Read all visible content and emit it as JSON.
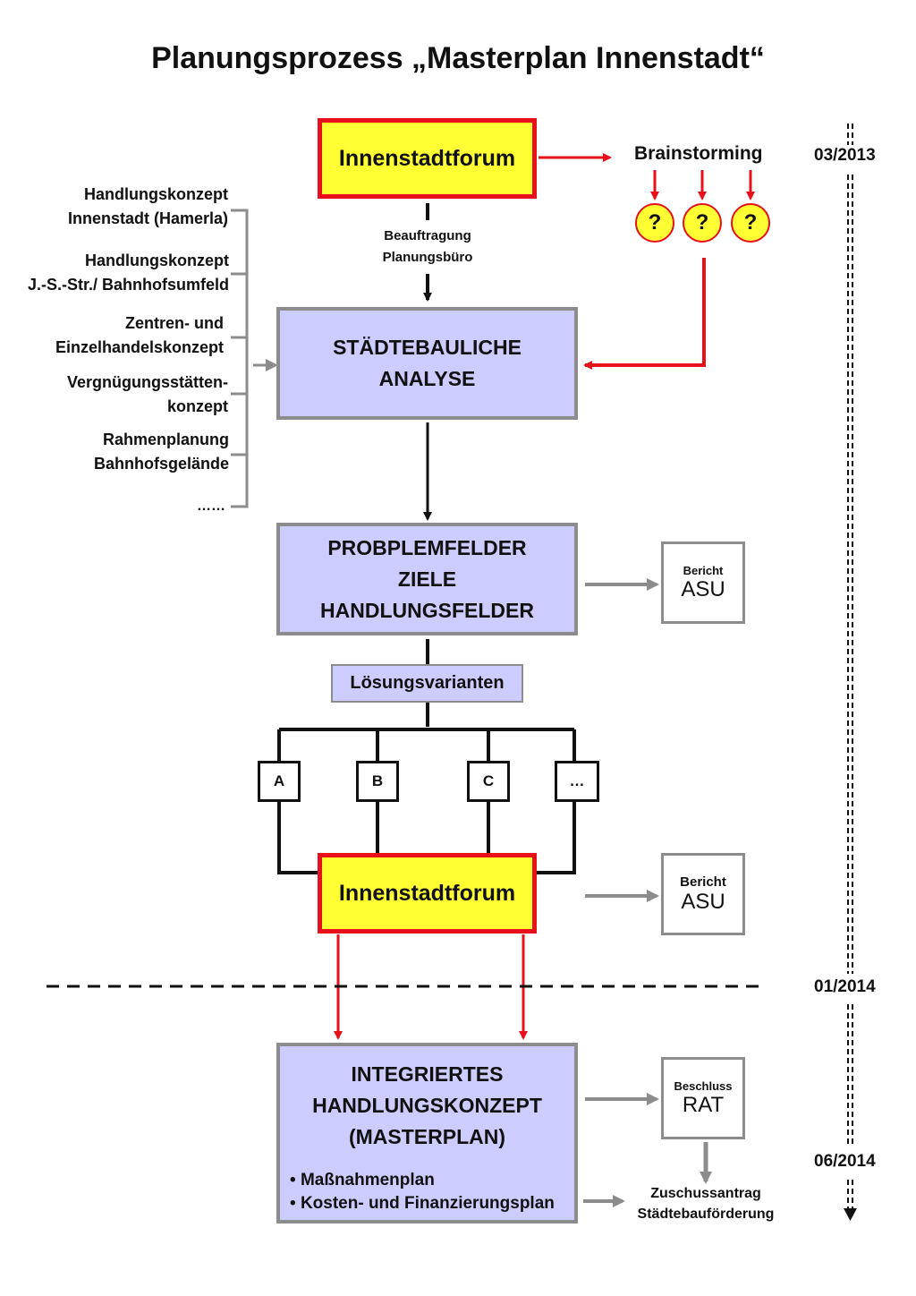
{
  "title": "Planungsprozess „Masterplan Innenstadt“",
  "dates": [
    "03/2013",
    "01/2014",
    "06/2014"
  ],
  "forum_top": "Innenstadtforum",
  "brainstorming": "Brainstorming",
  "question_marks": [
    "?",
    "?",
    "?"
  ],
  "commission_line1": "Beauftragung",
  "commission_line2": "Planungsbüro",
  "inputs": {
    "handlungskonzept_innenstadt": [
      "Handlungskonzept",
      "Innenstadt (Hamerla)"
    ],
    "handlungskonzept_bahnhof": [
      "Handlungskonzept",
      "J.-S.-Str./ Bahnhofsumfeld"
    ],
    "zentren": [
      "Zentren- und",
      "Einzelhandelskonzept"
    ],
    "vergnuegung": [
      "Vergnügungsstätten-",
      "konzept"
    ],
    "rahmenplanung": [
      "Rahmenplanung",
      "Bahnhofsgelände"
    ],
    "more": "……"
  },
  "analysis": [
    "STÄDTEBAULICHE",
    "ANALYSE"
  ],
  "problems": [
    "PROBPLEMFELDER",
    "ZIELE",
    "HANDLUNGSFELDER"
  ],
  "report1": {
    "small": "Bericht",
    "big": "ASU"
  },
  "variants_label": "Lösungsvarianten",
  "variants": [
    "A",
    "B",
    "C",
    "…"
  ],
  "forum_bottom": "Innenstadtforum",
  "report2": {
    "small": "Bericht",
    "big": "ASU"
  },
  "concept": [
    "INTEGRIERTES",
    "HANDLUNGSKONZEPT",
    "(MASTERPLAN)"
  ],
  "concept_items": [
    "Maßnahmenplan",
    "Kosten- und Finanzierungsplan"
  ],
  "decision": {
    "small": "Beschluss",
    "big": "RAT"
  },
  "funding": [
    "Zuschussantrag",
    "Städtebauförderung"
  ],
  "colors": {
    "red": "#e8101a",
    "yellow": "#ffff33",
    "blue": "#ccccff",
    "gray": "#8c8c8c"
  }
}
